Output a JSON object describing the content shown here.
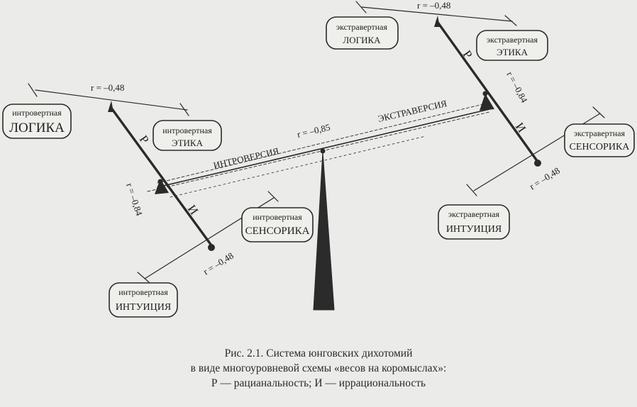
{
  "nodes": {
    "intro_logic": {
      "line1": "интровертная",
      "line2": "ЛОГИКА"
    },
    "intro_ethics": {
      "line1": "интровертная",
      "line2": "ЭТИКА"
    },
    "intro_sensor": {
      "line1": "интровертная",
      "line2": "СЕНСОРИКА"
    },
    "intro_intuit": {
      "line1": "интровертная",
      "line2": "ИНТУИЦИЯ"
    },
    "extra_logic": {
      "line1": "экстравертная",
      "line2": "ЛОГИКА"
    },
    "extra_ethics": {
      "line1": "экстравертная",
      "line2": "ЭТИКА"
    },
    "extra_sensor": {
      "line1": "экстравертная",
      "line2": "СЕНСОРИКА"
    },
    "extra_intuit": {
      "line1": "экстравертная",
      "line2": "ИНТУИЦИЯ"
    }
  },
  "labels": {
    "r_center": "r = –0,85",
    "introversion": "ИНТРОВЕРСИЯ",
    "extraversion": "ЭКСТРАВЕРСИЯ",
    "r_left_top": "r = –0,48",
    "r_left_bottom": "r = –0,48",
    "r_left_mid": "r = –0,84",
    "r_right_top": "r = –0,48",
    "r_right_bottom": "r = –0,48",
    "r_right_mid": "r = –0,84",
    "p_left": "Р",
    "i_left": "И",
    "p_right": "Р",
    "i_right": "И"
  },
  "caption": {
    "line1": "Рис. 2.1. Система юнговских дихотомий",
    "line2": "в виде многоуровневой схемы «весов на коромыслах»:",
    "line3": "Р — рацианальность; И — иррациональность"
  }
}
